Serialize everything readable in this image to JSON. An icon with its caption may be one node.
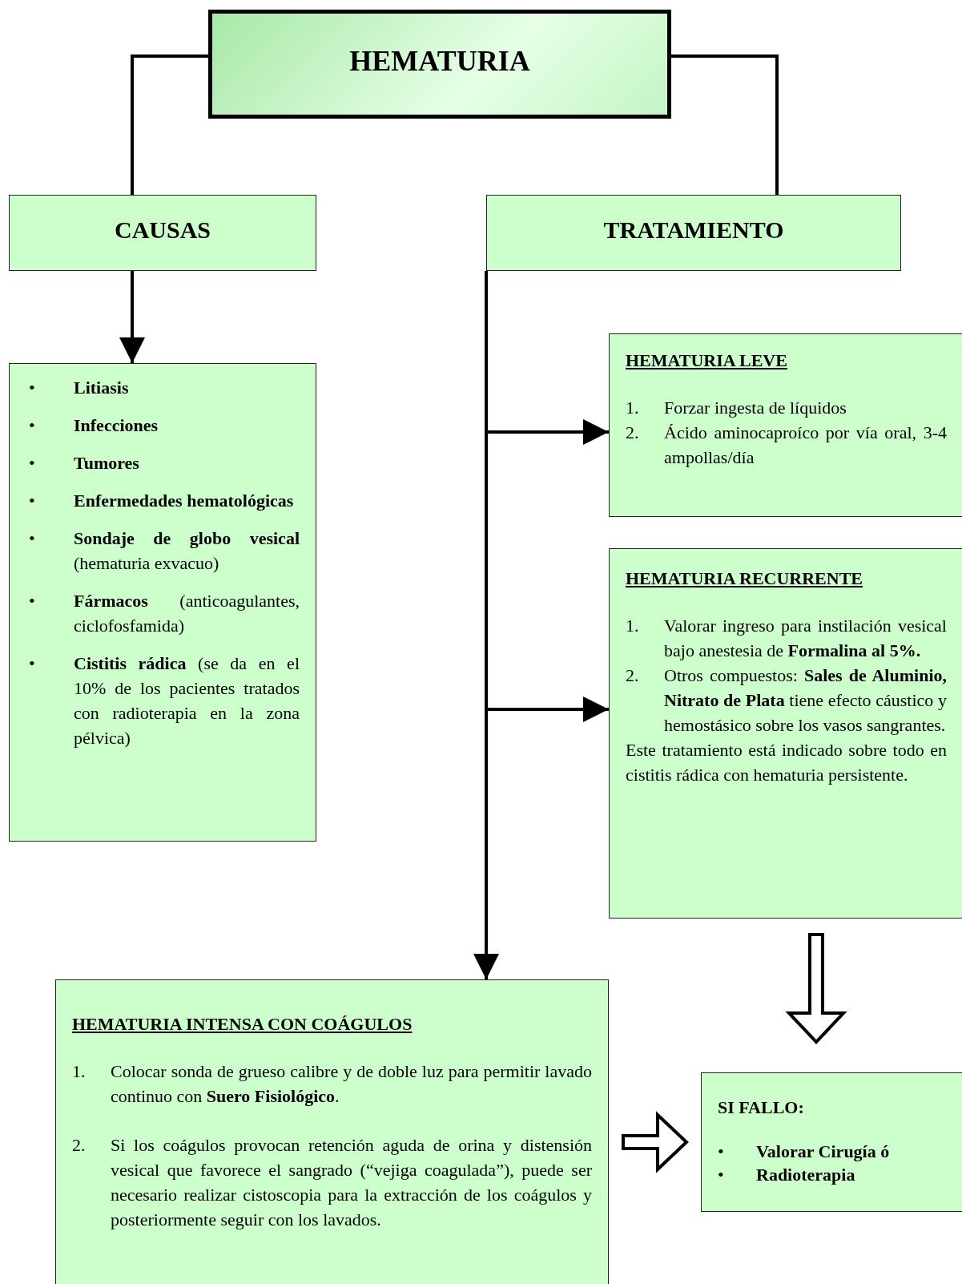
{
  "diagram": {
    "nodes": [
      {
        "text": [
          "HEMATURIA"
        ]
      },
      {
        "text": [
          "CAUSAS"
        ]
      },
      {
        "text": [
          "TRATAMIENTO"
        ]
      },
      {
        "text": [
          "• **Litiasis**",
          "• **Infecciones**",
          "• **Tumores**",
          "• **Enfermedades hematológicas**",
          "• **Sondaje de globo vesical** (hematuria exvacuo)",
          "• **Fármacos** (anticoagulantes, ciclofosfamida)",
          "• **Cistitis rádica** (se da en el 10% de los pacientes tratados con radioterapia en la zona pélvica)"
        ]
      },
      {
        "text": [
          "HEMATURIA LEVE",
          "1. Forzar ingesta de líquidos",
          "2. Ácido aminocaproíco por vía oral, 3-4 ampollas/día"
        ]
      },
      {
        "text": [
          "HEMATURIA RECURRENTE",
          "1. Valorar ingreso para instilación vesical bajo anestesia de **Formalina al 5%.**",
          "2. Otros compuestos: **Sales de Aluminio, Nitrato de Plata** tiene efecto cáustico y hemostásico sobre los vasos sangrantes.",
          "Este tratamiento está indicado sobre todo en cistitis rádica con hematuria persistente."
        ]
      },
      {
        "text": [
          "HEMATURIA INTENSA CON COÁGULOS",
          "1. Colocar sonda de grueso calibre y de doble luz para permitir lavado continuo con **Suero Fisiológico**.",
          "2. Si los coágulos provocan retención aguda de orina y distensión vesical que favorece el sangrado (“vejiga coagulada”), puede ser necesario realizar cistoscopia para la extracción de los coágulos y posteriormente seguir con los lavados."
        ]
      },
      {
        "text": [
          "SI FALLO:",
          "• Valorar Cirugía ó",
          "• Radioterapia"
        ]
      }
    ],
    "edges": [
      {
        "from": 0,
        "to": 1,
        "arrow": "none"
      },
      {
        "from": 0,
        "to": 2,
        "arrow": "none"
      },
      {
        "from": 1,
        "to": 3,
        "arrow": "to"
      },
      {
        "from": 2,
        "to": 4,
        "arrow": "to"
      },
      {
        "from": 2,
        "to": 5,
        "arrow": "to"
      },
      {
        "from": 2,
        "to": 6,
        "arrow": "to"
      },
      {
        "from": 5,
        "to": 7,
        "arrow": "to",
        "style": "thick"
      },
      {
        "from": 6,
        "to": 7,
        "arrow": "to",
        "style": "thick"
      }
    ]
  }
}
